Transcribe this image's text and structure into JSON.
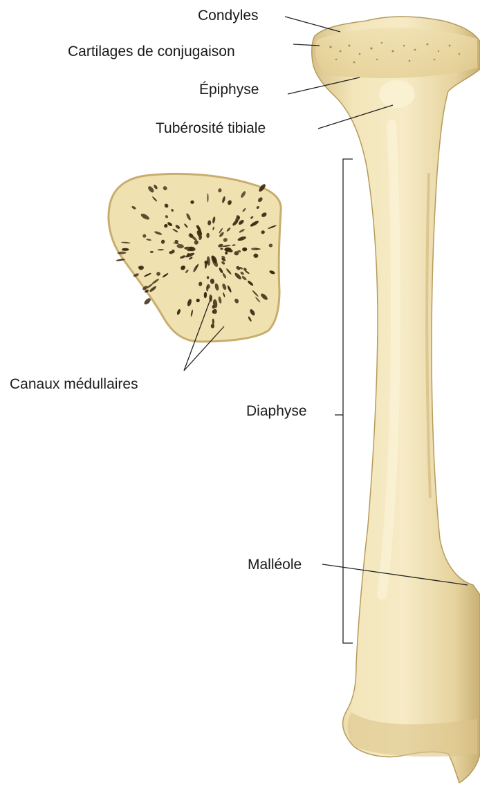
{
  "labels": {
    "condyles": "Condyles",
    "cartilages": "Cartilages de conjugaison",
    "epiphyse": "Épiphyse",
    "tuberosite": "Tubérosité tibiale",
    "canaux": "Canaux médullaires",
    "diaphyse": "Diaphyse",
    "malleole": "Malléole"
  },
  "colors": {
    "bone": "#f1e3b6",
    "bone_shadow": "#d9c48c",
    "bone_outline": "#b59a5c",
    "cavity": "#3a2a12",
    "leader_line": "#222222"
  }
}
